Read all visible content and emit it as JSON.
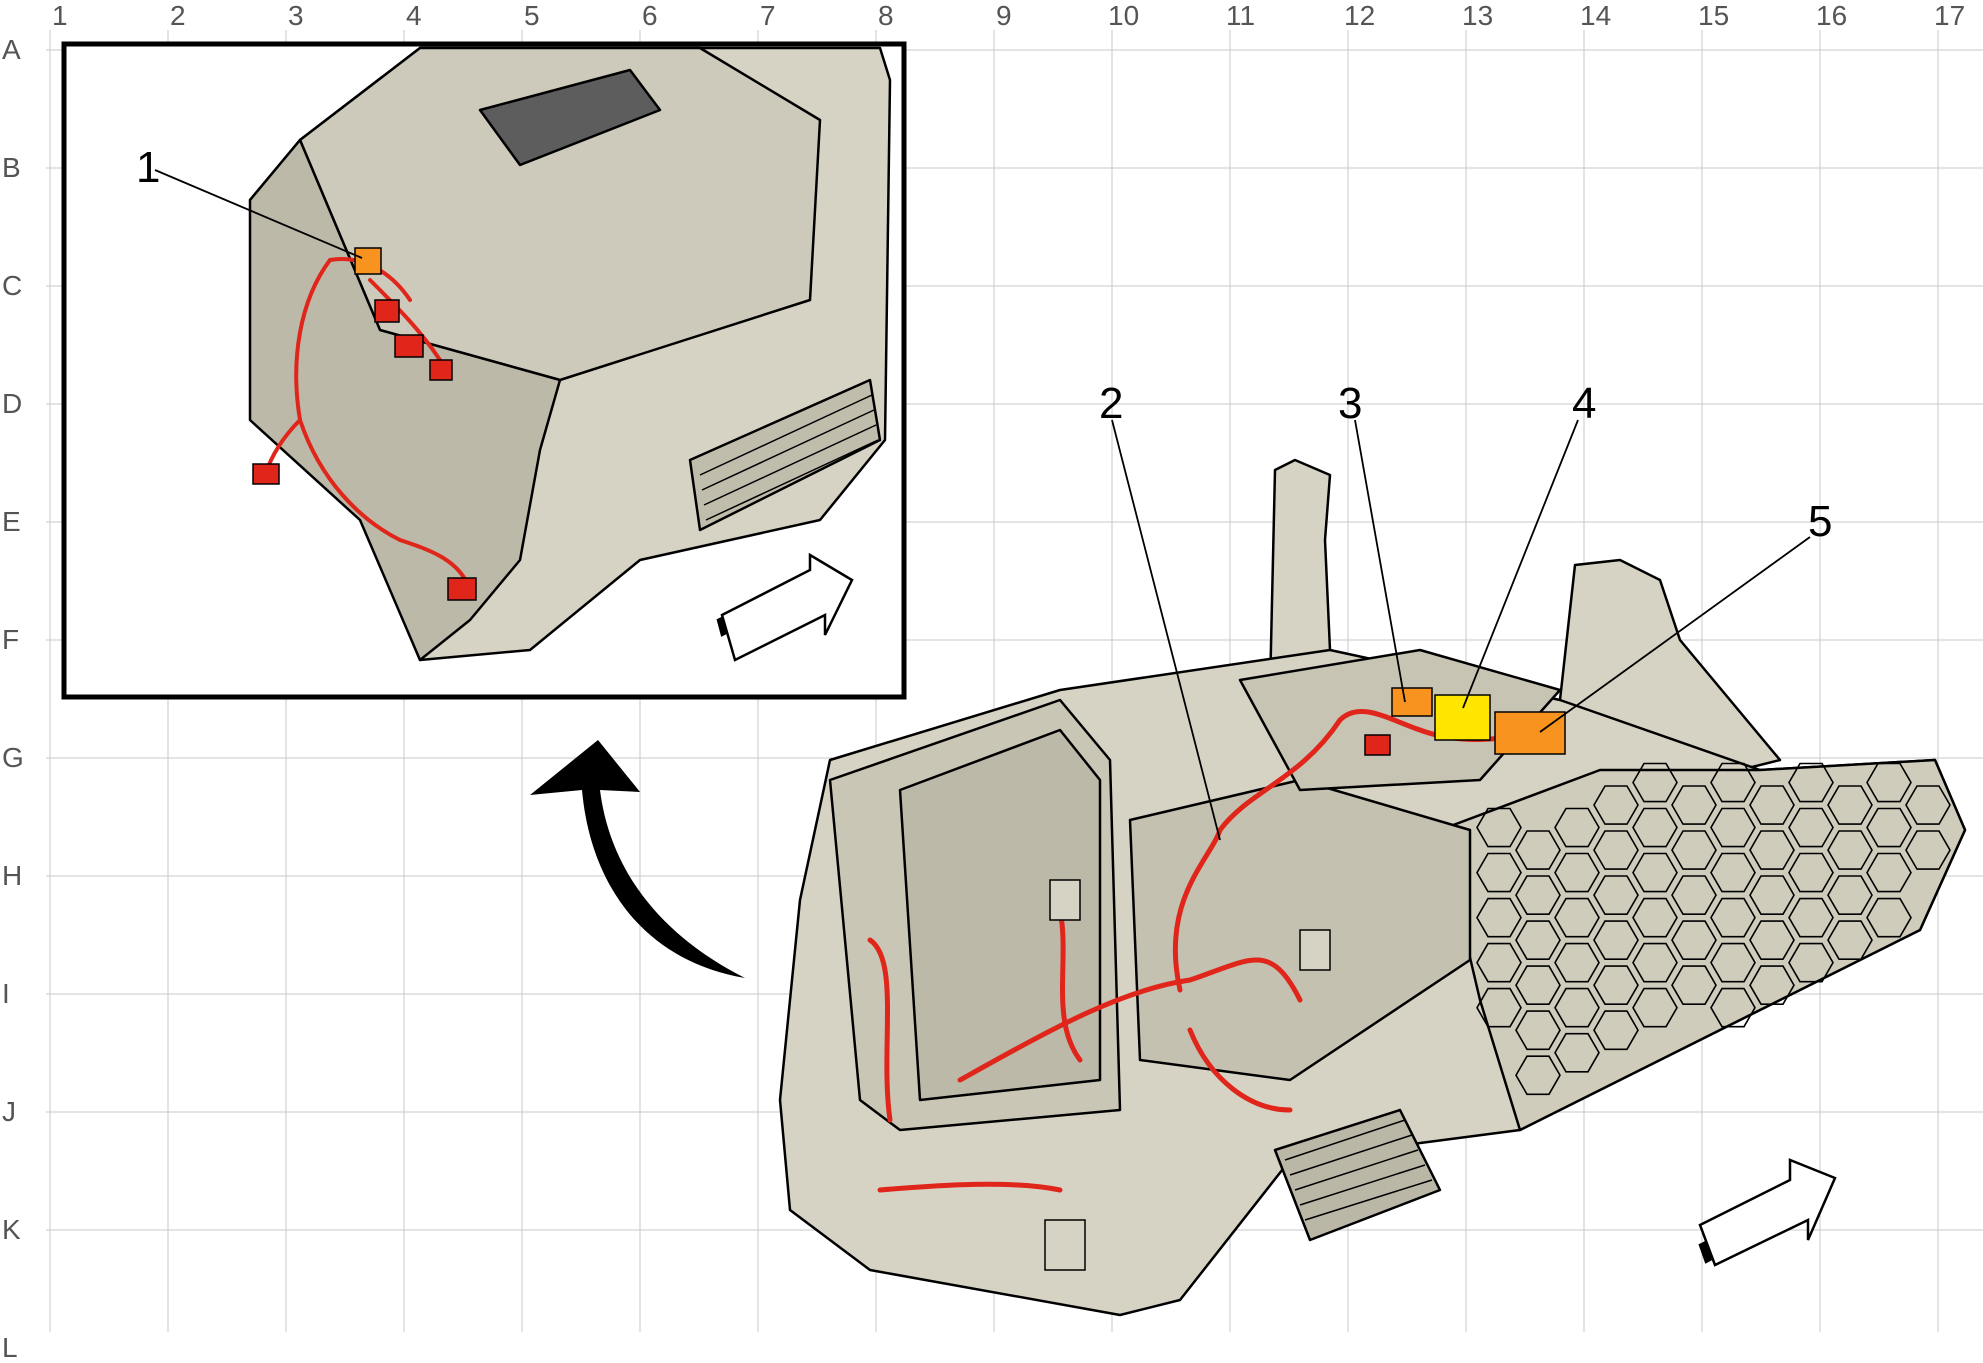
{
  "grid": {
    "columns": [
      "1",
      "2",
      "3",
      "4",
      "5",
      "6",
      "7",
      "8",
      "9",
      "10",
      "11",
      "12",
      "13",
      "14",
      "15",
      "16",
      "17"
    ],
    "rows": [
      "A",
      "B",
      "C",
      "D",
      "E",
      "F",
      "G",
      "H",
      "I",
      "J",
      "K",
      "L"
    ]
  },
  "callouts": [
    {
      "label": "1"
    },
    {
      "label": "2"
    },
    {
      "label": "3"
    },
    {
      "label": "4"
    },
    {
      "label": "5"
    }
  ],
  "colors": {
    "panel": "#d6d3c4",
    "panel_dark": "#b9b6a6",
    "harness": "#e0251b",
    "connector_orange": "#f7931e",
    "connector_yellow": "#ffe600",
    "grid_line": "#c8c8c8"
  }
}
